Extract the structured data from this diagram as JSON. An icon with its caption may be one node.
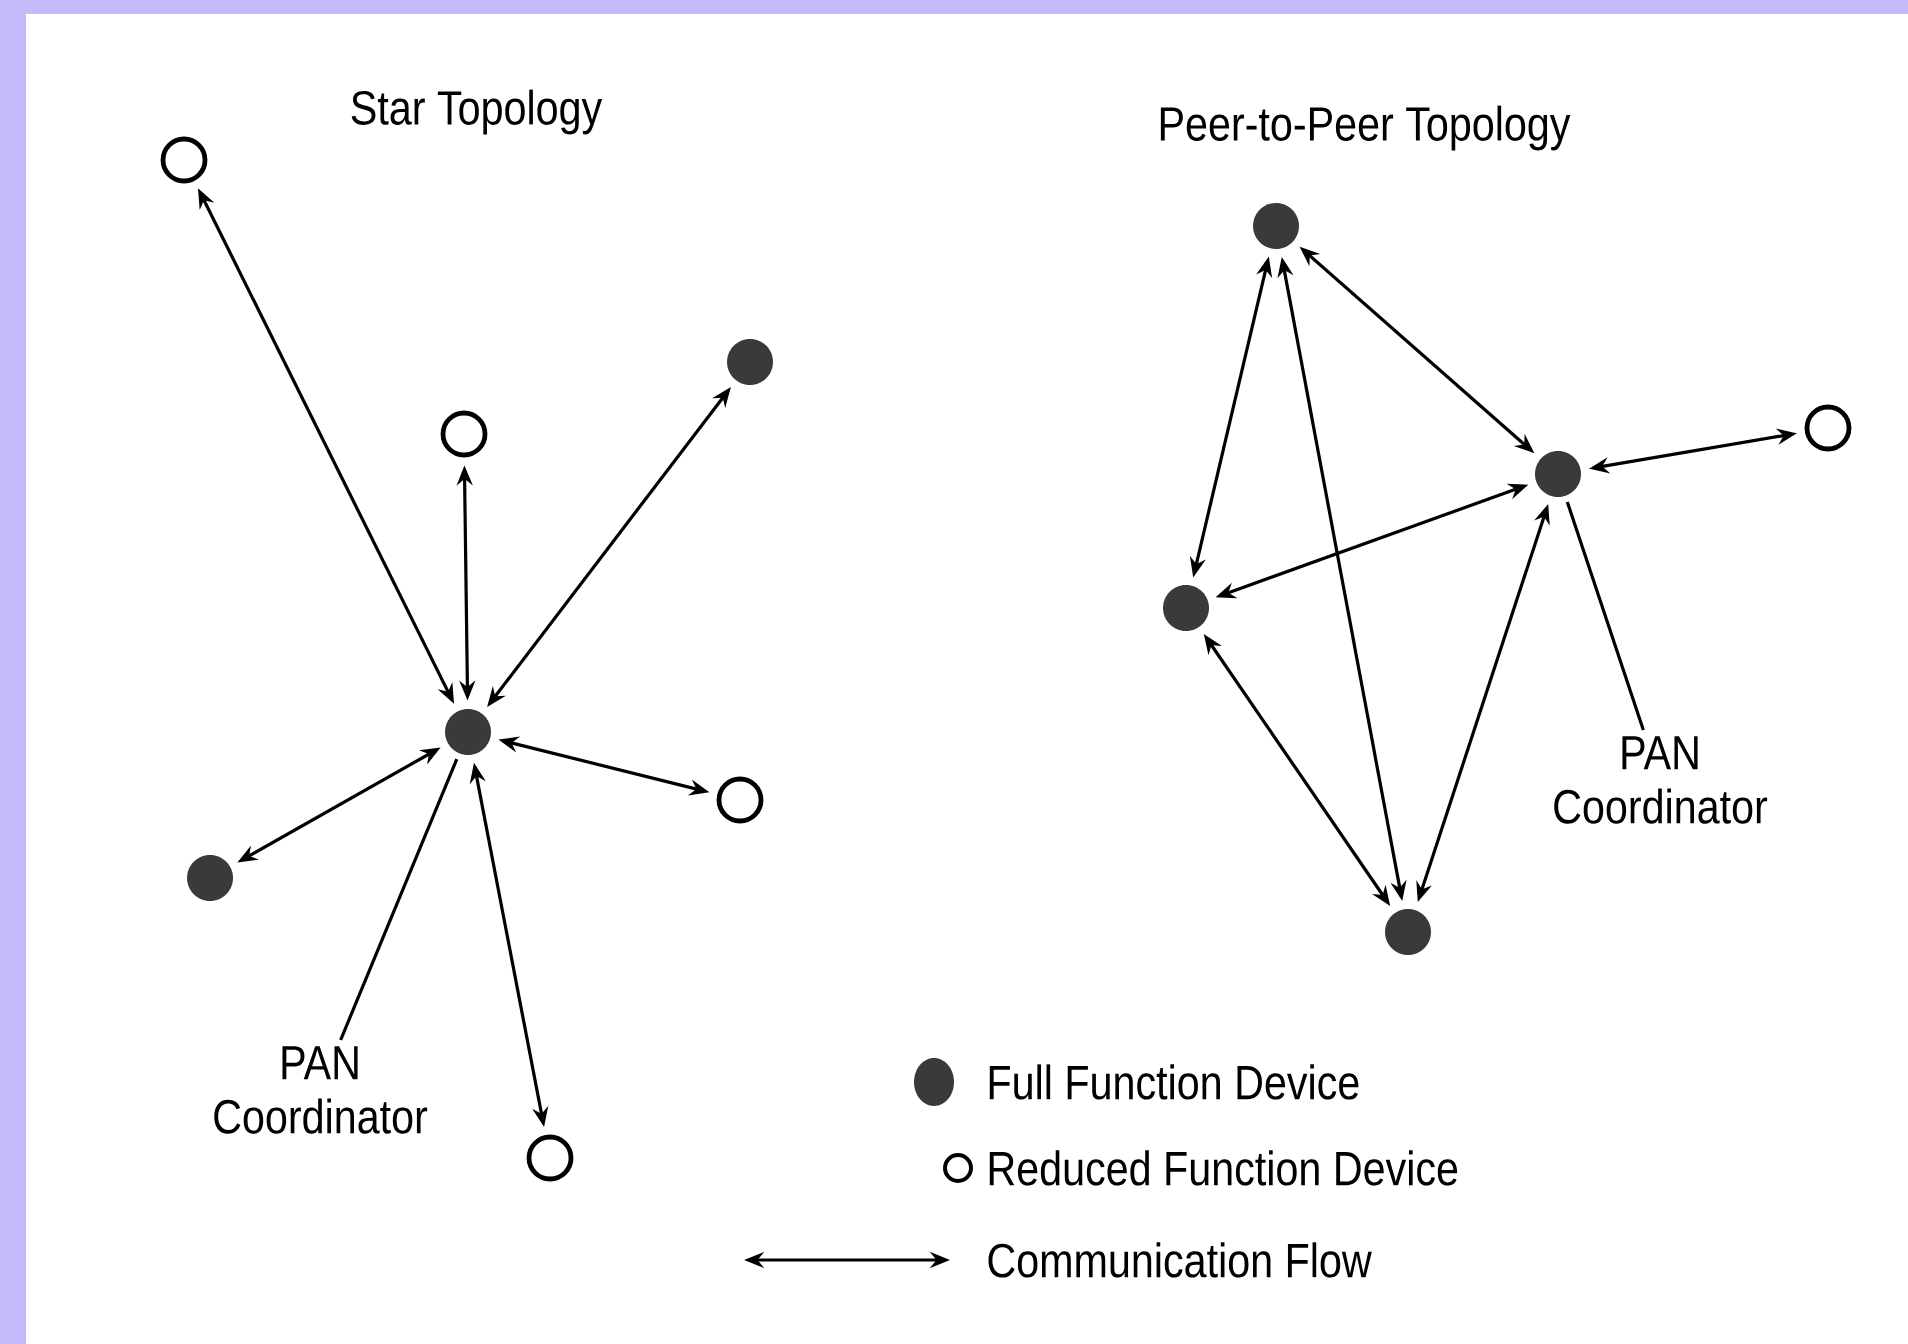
{
  "diagram": {
    "nodes": [
      {
        "text": [],
        "shape": "circle"
      },
      {
        "text": [],
        "shape": "circle"
      },
      {
        "text": [],
        "shape": "circle"
      },
      {
        "text": [],
        "shape": "circle"
      },
      {
        "text": [],
        "shape": "circle"
      },
      {
        "text": [],
        "shape": "circle"
      },
      {
        "text": [],
        "shape": "circle"
      },
      {
        "text": [
          "PAN Coordinator"
        ]
      },
      {
        "text": [],
        "shape": "circle"
      },
      {
        "text": [],
        "shape": "circle"
      },
      {
        "text": [],
        "shape": "circle"
      },
      {
        "text": [],
        "shape": "circle"
      },
      {
        "text": [],
        "shape": "circle"
      },
      {
        "text": [
          "PAN Coordinator"
        ]
      }
    ],
    "edges": [
      {
        "from": 3,
        "to": 0,
        "arrow": "both"
      },
      {
        "from": 3,
        "to": 1,
        "arrow": "both"
      },
      {
        "from": 3,
        "to": 2,
        "arrow": "both"
      },
      {
        "from": 3,
        "to": 4,
        "arrow": "both"
      },
      {
        "from": 3,
        "to": 5,
        "arrow": "both"
      },
      {
        "from": 3,
        "to": 6,
        "arrow": "both"
      },
      {
        "from": 7,
        "to": 3,
        "arrow": "none"
      },
      {
        "from": 8,
        "to": 9,
        "arrow": "both"
      },
      {
        "from": 8,
        "to": 11,
        "arrow": "both"
      },
      {
        "from": 8,
        "to": 12,
        "arrow": "both"
      },
      {
        "from": 9,
        "to": 10,
        "arrow": "both"
      },
      {
        "from": 9,
        "to": 11,
        "arrow": "both"
      },
      {
        "from": 9,
        "to": 12,
        "arrow": "both"
      },
      {
        "from": 11,
        "to": 12,
        "arrow": "both"
      },
      {
        "from": 13,
        "to": 9,
        "arrow": "none"
      }
    ],
    "labels": [
      "Star Topology",
      "Peer-to-Peer Topology"
    ],
    "legend": [
      {
        "text": "Full Function Device"
      },
      {
        "text": "Reduced Function Device"
      },
      {
        "text": "Communication Flow"
      }
    ]
  }
}
